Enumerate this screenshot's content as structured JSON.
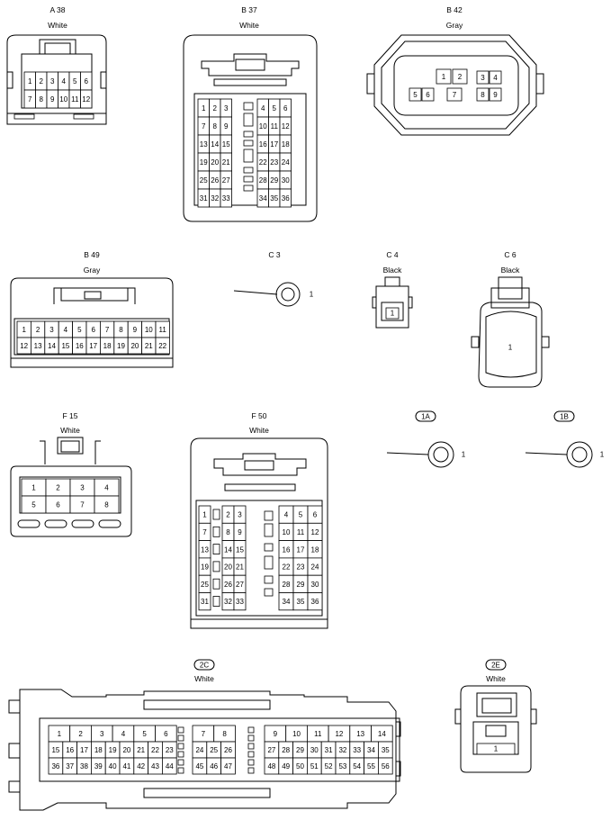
{
  "connectors": {
    "a38": {
      "code": "A 38",
      "color": "White",
      "rows": [
        [
          "1",
          "2",
          "3",
          "4",
          "5",
          "6"
        ],
        [
          "7",
          "8",
          "9",
          "10",
          "11",
          "12"
        ]
      ]
    },
    "b37": {
      "code": "B 37",
      "color": "White",
      "left": [
        [
          "1",
          "2",
          "3"
        ],
        [
          "7",
          "8",
          "9"
        ],
        [
          "13",
          "14",
          "15"
        ],
        [
          "19",
          "20",
          "21"
        ],
        [
          "25",
          "26",
          "27"
        ],
        [
          "31",
          "32",
          "33"
        ]
      ],
      "right": [
        [
          "4",
          "5",
          "6"
        ],
        [
          "10",
          "11",
          "12"
        ],
        [
          "16",
          "17",
          "18"
        ],
        [
          "22",
          "23",
          "24"
        ],
        [
          "28",
          "29",
          "30"
        ],
        [
          "34",
          "35",
          "36"
        ]
      ]
    },
    "b42": {
      "code": "B 42",
      "color": "Gray",
      "pins": [
        "1",
        "2",
        "3",
        "4",
        "5",
        "6",
        "7",
        "8",
        "9"
      ]
    },
    "b49": {
      "code": "B 49",
      "color": "Gray",
      "rows": [
        [
          "1",
          "2",
          "3",
          "4",
          "5",
          "6",
          "7",
          "8",
          "9",
          "10",
          "11"
        ],
        [
          "12",
          "13",
          "14",
          "15",
          "16",
          "17",
          "18",
          "19",
          "20",
          "21",
          "22"
        ]
      ]
    },
    "c3": {
      "code": "C 3",
      "pin": "1"
    },
    "c4": {
      "code": "C 4",
      "color": "Black",
      "pin": "1"
    },
    "c6": {
      "code": "C 6",
      "color": "Black",
      "pin": "1"
    },
    "f15": {
      "code": "F 15",
      "color": "White",
      "rows": [
        [
          "1",
          "2",
          "3",
          "4"
        ],
        [
          "5",
          "6",
          "7",
          "8"
        ]
      ]
    },
    "f50": {
      "code": "F 50",
      "color": "White",
      "left": [
        [
          "1",
          "",
          "2",
          "3"
        ],
        [
          "7",
          "",
          "8",
          "9"
        ],
        [
          "13",
          "",
          "14",
          "15"
        ],
        [
          "19",
          "",
          "20",
          "21"
        ],
        [
          "25",
          "",
          "26",
          "27"
        ],
        [
          "31",
          "",
          "32",
          "33"
        ]
      ],
      "right": [
        [
          "4",
          "5",
          "6"
        ],
        [
          "10",
          "11",
          "12"
        ],
        [
          "16",
          "17",
          "18"
        ],
        [
          "22",
          "23",
          "24"
        ],
        [
          "28",
          "29",
          "30"
        ],
        [
          "34",
          "35",
          "36"
        ]
      ]
    },
    "g1a": {
      "code": "1A",
      "pin": "1"
    },
    "g1b": {
      "code": "1B",
      "pin": "1"
    },
    "c2c": {
      "code": "2C",
      "color": "White",
      "g1": [
        [
          "1",
          "2",
          "3",
          "4",
          "5",
          "6"
        ],
        [
          "15",
          "16",
          "17",
          "18",
          "19",
          "20",
          "21",
          "22",
          "23"
        ],
        [
          "36",
          "37",
          "38",
          "39",
          "40",
          "41",
          "42",
          "43",
          "44"
        ]
      ],
      "g2": [
        [
          "7",
          "8"
        ],
        [
          "24",
          "25",
          "26"
        ],
        [
          "45",
          "46",
          "47"
        ]
      ],
      "g3": [
        [
          "9",
          "10",
          "11",
          "12",
          "13",
          "14"
        ],
        [
          "27",
          "28",
          "29",
          "30",
          "31",
          "32",
          "33",
          "34",
          "35"
        ],
        [
          "48",
          "49",
          "50",
          "51",
          "52",
          "53",
          "54",
          "55",
          "56"
        ]
      ]
    },
    "c2e": {
      "code": "2E",
      "color": "White",
      "pin": "1"
    }
  }
}
